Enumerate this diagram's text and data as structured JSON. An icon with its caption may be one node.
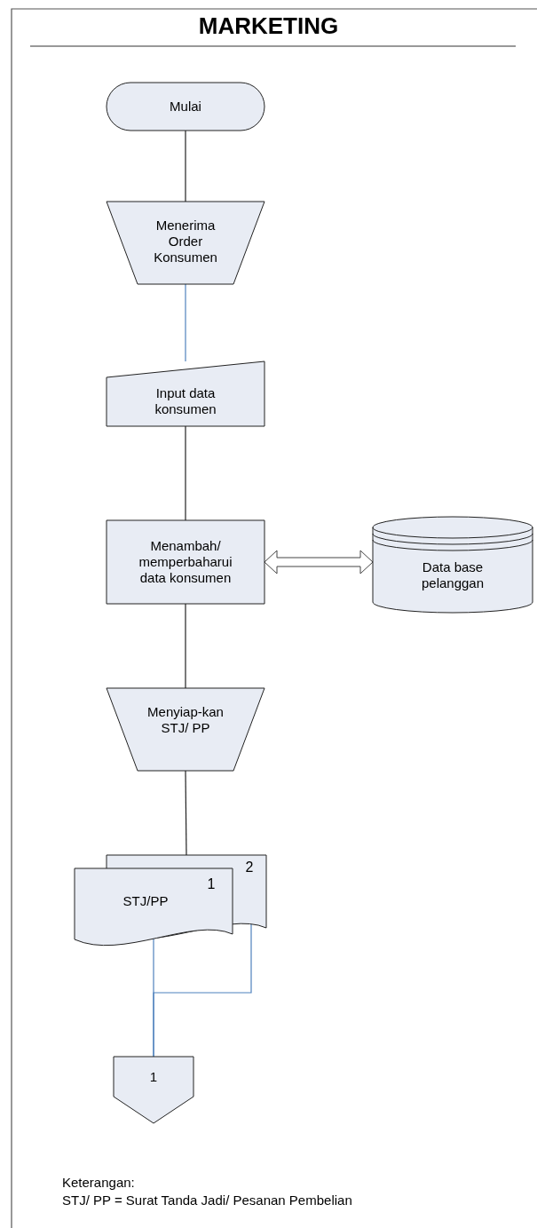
{
  "diagram": {
    "title": "MARKETING",
    "nodes": [
      {
        "text": [
          "Mulai"
        ]
      },
      {
        "text": [
          "Menerima Order Konsumen"
        ]
      },
      {
        "text": [
          "Input data konsumen"
        ]
      },
      {
        "text": [
          "Menambah/ memperbaharui data konsumen"
        ]
      },
      {
        "text": [
          "Data base pelanggan"
        ]
      },
      {
        "text": [
          "Menyiap-kan STJ/ PP"
        ]
      },
      {
        "text": [
          "2"
        ]
      },
      {
        "text": [
          "1",
          "STJ/PP"
        ]
      },
      {
        "text": [
          "1"
        ]
      }
    ],
    "edges": [
      {
        "from": 0,
        "to": 1,
        "arrow": "none"
      },
      {
        "from": 1,
        "to": 2,
        "arrow": "none",
        "color": "#4f81bd"
      },
      {
        "from": 2,
        "to": 3,
        "arrow": "none"
      },
      {
        "from": 3,
        "to": 4,
        "arrow": "both",
        "style": "thick"
      },
      {
        "from": 3,
        "to": 5,
        "arrow": "none"
      },
      {
        "from": 5,
        "to": 6,
        "arrow": "none"
      },
      {
        "from": 7,
        "to": 8,
        "arrow": "none",
        "color": "#4f81bd"
      },
      {
        "from": 6,
        "to": 8,
        "arrow": "none",
        "color": "#4f81bd"
      }
    ],
    "labels": [
      "Keterangan:",
      "STJ/ PP = Surat Tanda Jadi/ Pesanan Pembelian"
    ]
  }
}
